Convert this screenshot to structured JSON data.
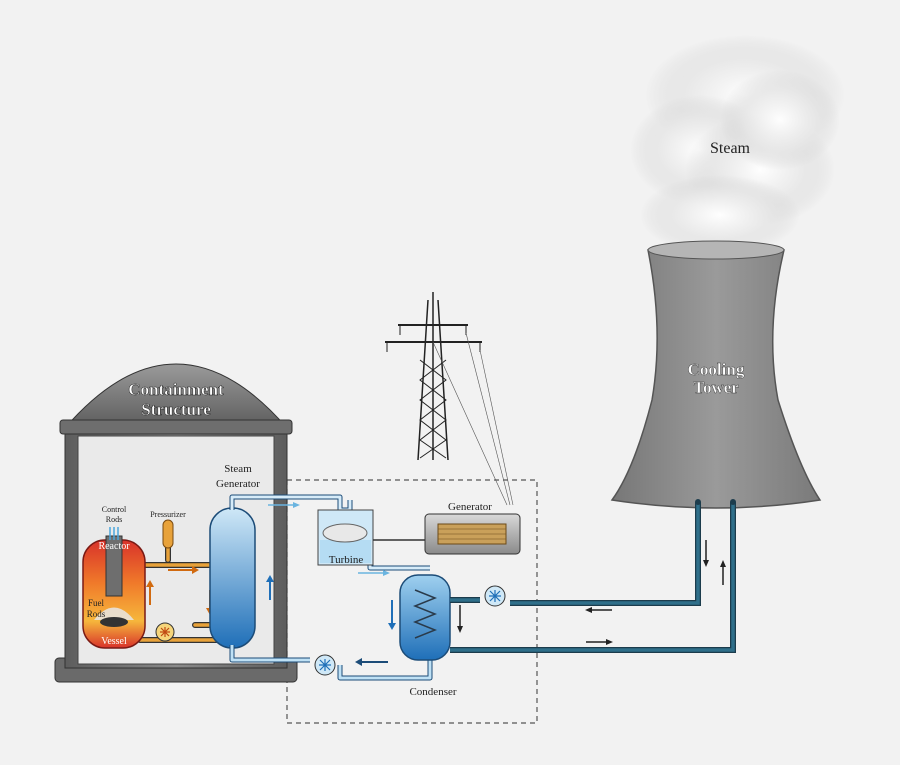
{
  "labels": {
    "steam": "Steam",
    "cooling_tower_line1": "Cooling",
    "cooling_tower_line2": "Tower",
    "containment_line1": "Containment",
    "containment_line2": "Structure",
    "steam_generator_line1": "Steam",
    "steam_generator_line2": "Generator",
    "control_rods_line1": "Control",
    "control_rods_line2": "Rods",
    "pressurizer": "Pressurizer",
    "reactor": "Reactor",
    "fuel_rods_line1": "Fuel",
    "fuel_rods_line2": "Rods",
    "vessel": "Vessel",
    "turbine": "Turbine",
    "generator": "Generator",
    "condenser": "Condenser"
  },
  "colors": {
    "background": "#f2f2f2",
    "tower_gray": "#8f8f8f",
    "dome_gray": "#7a7a7a",
    "cooling_pipe": "#2f6f8a",
    "hot_loop": "#e8a23a",
    "reactor_red": "#d8322a",
    "steam_blue": "#4aa6dd",
    "water_blue": "#1f6fb8"
  }
}
